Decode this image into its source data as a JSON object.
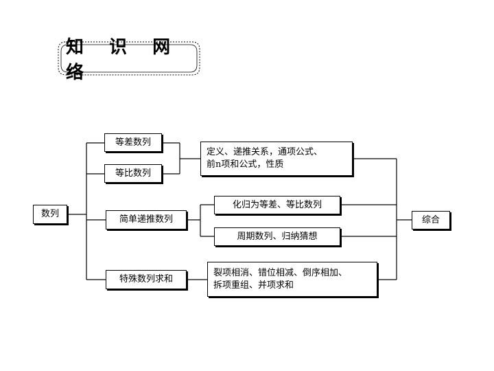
{
  "title": "知 识 网 络",
  "nodes": {
    "root": "数列",
    "arith": "等差数列",
    "geo": "等比数列",
    "simple": "简单递推数列",
    "special": "特殊数列求和",
    "def": "定义、递推关系，通项公式、\n前n项和公式，性质",
    "convert": "化归为等差、等比数列",
    "period": "周期数列、归纳猜想",
    "sum_methods": "裂项相消、错位相减、倒序相加、\n拆项重组、并项求和",
    "synth": "综合"
  }
}
